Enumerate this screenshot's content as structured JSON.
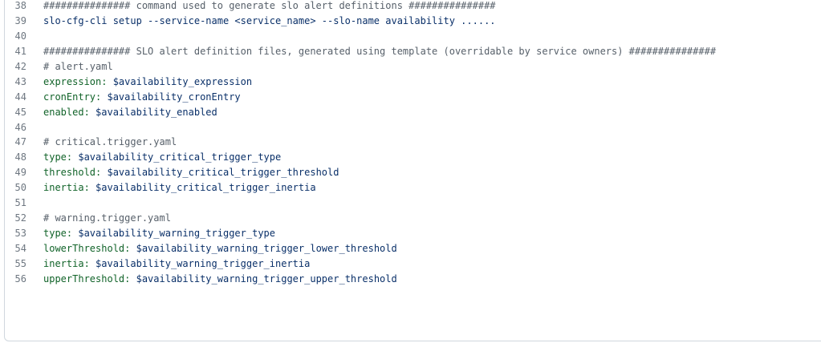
{
  "code": {
    "lines": [
      {
        "num": "38",
        "type": "comment",
        "text": "############### command used to generate slo alert definitions ###############"
      },
      {
        "num": "39",
        "type": "cmd",
        "text": "slo-cfg-cli setup --service-name <service_name> --slo-name availability ......"
      },
      {
        "num": "40",
        "type": "blank",
        "text": ""
      },
      {
        "num": "41",
        "type": "comment",
        "text": "############### SLO alert definition files, generated using template (overridable by service owners) ###############"
      },
      {
        "num": "42",
        "type": "comment",
        "text": "# alert.yaml"
      },
      {
        "num": "43",
        "type": "kv",
        "key": "expression",
        "value": "$availability_expression"
      },
      {
        "num": "44",
        "type": "kv",
        "key": "cronEntry",
        "value": "$availability_cronEntry"
      },
      {
        "num": "45",
        "type": "kv",
        "key": "enabled",
        "value": "$availability_enabled"
      },
      {
        "num": "46",
        "type": "blank",
        "text": ""
      },
      {
        "num": "47",
        "type": "comment",
        "text": "# critical.trigger.yaml"
      },
      {
        "num": "48",
        "type": "kv",
        "key": "type",
        "value": "$availability_critical_trigger_type"
      },
      {
        "num": "49",
        "type": "kv",
        "key": "threshold",
        "value": "$availability_critical_trigger_threshold"
      },
      {
        "num": "50",
        "type": "kv",
        "key": "inertia",
        "value": "$availability_critical_trigger_inertia"
      },
      {
        "num": "51",
        "type": "blank",
        "text": ""
      },
      {
        "num": "52",
        "type": "comment",
        "text": "# warning.trigger.yaml"
      },
      {
        "num": "53",
        "type": "kv",
        "key": "type",
        "value": "$availability_warning_trigger_type"
      },
      {
        "num": "54",
        "type": "kv",
        "key": "lowerThreshold",
        "value": "$availability_warning_trigger_lower_threshold"
      },
      {
        "num": "55",
        "type": "kv",
        "key": "inertia",
        "value": "$availability_warning_trigger_inertia"
      },
      {
        "num": "56",
        "type": "kv",
        "key": "upperThreshold",
        "value": "$availability_warning_trigger_upper_threshold"
      }
    ]
  },
  "colors": {
    "line_number": "#6e7781",
    "comment": "#57606a",
    "yaml_key": "#116329",
    "yaml_value": "#0a3069",
    "border": "#d0d7de"
  }
}
